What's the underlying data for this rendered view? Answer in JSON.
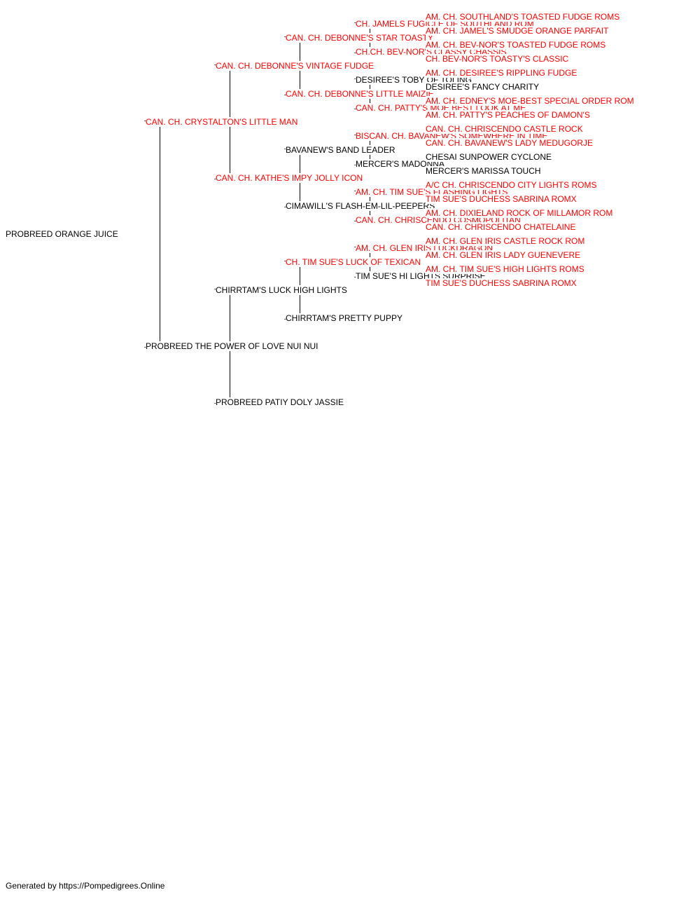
{
  "colors": {
    "champion_text": "#ff0000",
    "normal_text": "#000000",
    "connector_line": "#000000"
  },
  "subject": {
    "name": "PROBREED ORANGE JUICE",
    "champion": false,
    "sire": {
      "name": "CAN. CH. CRYSTALTON'S LITTLE MAN",
      "champion": true,
      "sire": {
        "name": "CAN. CH. DEBONNE'S VINTAGE FUDGE",
        "champion": true,
        "sire": {
          "name": "CAN. CH. DEBONNE'S STAR TOASTY",
          "champion": true,
          "sire": {
            "name": "CH. JAMELS FUGICLE OF SOUTHLAND ROM",
            "champion": true,
            "sire": {
              "name": "AM. CH. SOUTHLAND'S TOASTED FUDGE ROMS",
              "champion": true
            },
            "dam": {
              "name": "AM. CH. JAMEL'S SMUDGE ORANGE PARFAIT",
              "champion": true
            }
          },
          "dam": {
            "name": "CH.CH. BEV-NOR'S CLASSY CHASSIS",
            "champion": true,
            "sire": {
              "name": "AM. CH. BEV-NOR'S TOASTED FUDGE ROMS",
              "champion": true
            },
            "dam": {
              "name": "CH. BEV-NOR'S TOASTY'S CLASSIC",
              "champion": true
            }
          }
        },
        "dam": {
          "name": "CAN. CH. DEBONNE'S LITTLE MAIZIE",
          "champion": true,
          "sire": {
            "name": "DESIREE'S TOBY OF TOLING",
            "champion": false,
            "sire": {
              "name": "AM. CH. DESIREE'S RIPPLING FUDGE",
              "champion": true
            },
            "dam": {
              "name": "DESIREE'S FANCY CHARITY",
              "champion": false
            }
          },
          "dam": {
            "name": "CAN. CH. PATTY'S MOE BEST LOOK AT ME",
            "champion": true,
            "sire": {
              "name": "AM. CH. EDNEY'S MOE-BEST SPECIAL ORDER ROM",
              "champion": true
            },
            "dam": {
              "name": "AM. CH. PATTY'S PEACHES OF DAMON'S",
              "champion": true
            }
          }
        }
      },
      "dam": {
        "name": "CAN. CH. KATHE'S IMPY JOLLY ICON",
        "champion": true,
        "sire": {
          "name": "BAVANEW'S BAND LEADER",
          "champion": false,
          "sire": {
            "name": "BISCAN. CH. BAVANEW'S SOMEWHERE IN TIME",
            "champion": true,
            "sire": {
              "name": "CAN. CH. CHRISCENDO CASTLE ROCK",
              "champion": true
            },
            "dam": {
              "name": "CAN. CH. BAVANEW'S LADY MEDUGORJE",
              "champion": true
            }
          },
          "dam": {
            "name": "MERCER'S MADONNA",
            "champion": false,
            "sire": {
              "name": "CHESAI SUNPOWER CYCLONE",
              "champion": false
            },
            "dam": {
              "name": "MERCER'S MARISSA TOUCH",
              "champion": false
            }
          }
        },
        "dam": {
          "name": "CIMAWILL'S FLASH-EM-LIL-PEEPERS",
          "champion": false,
          "sire": {
            "name": "AM. CH. TIM SUE'S FLASHING LIGHTS",
            "champion": true,
            "sire": {
              "name": "A/C CH. CHRISCENDO CITY LIGHTS ROMS",
              "champion": true
            },
            "dam": {
              "name": "TIM SUE'S DUCHESS SABRINA ROMX",
              "champion": true
            }
          },
          "dam": {
            "name": "CAN. CH. CHRISCENDO COSMOPOLITAN",
            "champion": true,
            "sire": {
              "name": "AM. CH. DIXIELAND ROCK OF MILLAMOR ROM",
              "champion": true
            },
            "dam": {
              "name": "CAN. CH. CHRISCENDO CHATELAINE",
              "champion": true
            }
          }
        }
      }
    },
    "dam": {
      "name": "PROBREED THE POWER OF LOVE NUI NUI",
      "champion": false,
      "sire": {
        "name": "CHIRRTAM'S LUCK HIGH LIGHTS",
        "champion": false,
        "sire": {
          "name": "CH. TIM SUE'S LUCK OF TEXICAN",
          "champion": true,
          "sire": {
            "name": "AM. CH. GLEN IRIS LUCKDRAGON",
            "champion": true,
            "sire": {
              "name": "AM. CH. GLEN IRIS CASTLE ROCK ROM",
              "champion": true
            },
            "dam": {
              "name": "AM. CH. GLEN IRIS LADY GUENEVERE",
              "champion": true
            }
          },
          "dam": {
            "name": "TIM SUE'S HI LIGHTS SURPRISE",
            "champion": false,
            "sire": {
              "name": "AM. CH. TIM SUE'S HIGH LIGHTS ROMS",
              "champion": true
            },
            "dam": {
              "name": "TIM SUE'S DUCHESS SABRINA ROMX",
              "champion": true
            }
          }
        },
        "dam": {
          "name": "CHIRRTAM'S PRETTY PUPPY",
          "champion": false
        }
      },
      "dam": {
        "name": "PROBREED PATIY DOLY JASSIE",
        "champion": false
      }
    }
  },
  "footer": {
    "text": "Generated by https://Pompedigrees.Online"
  }
}
